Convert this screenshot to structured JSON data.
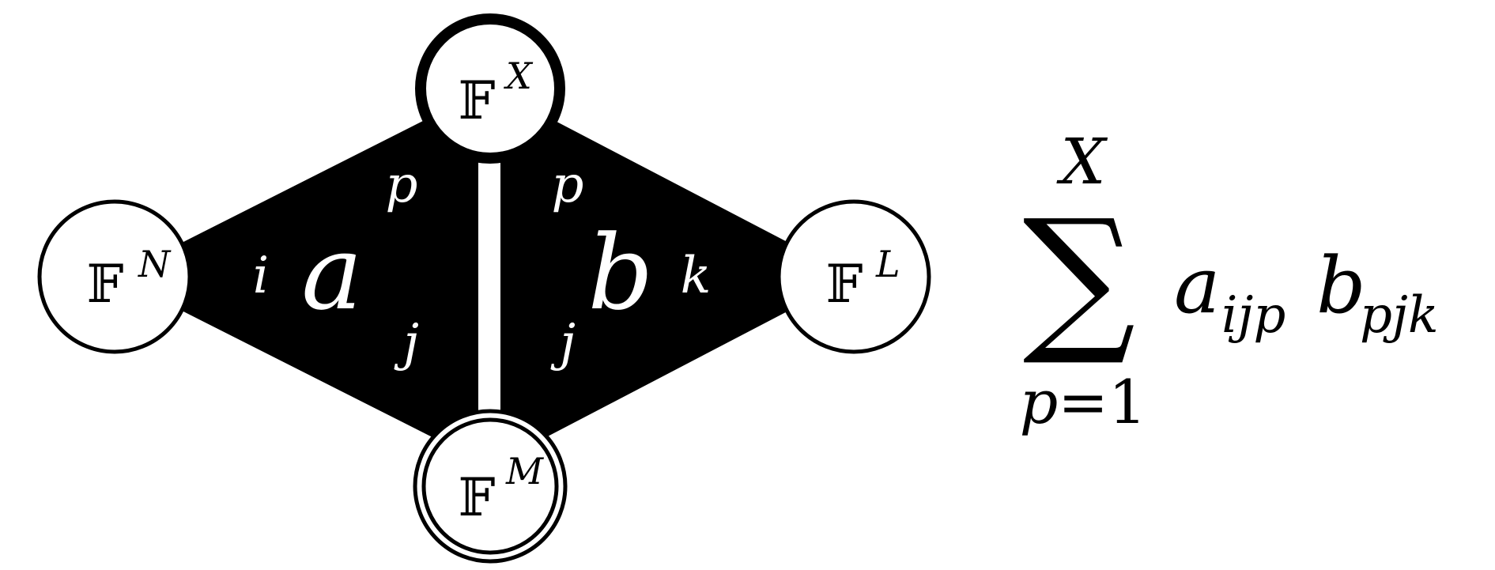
{
  "nodes": {
    "left": {
      "symbol": "𝔽",
      "sup": "N"
    },
    "top": {
      "symbol": "𝔽",
      "sup": "X"
    },
    "right": {
      "symbol": "𝔽",
      "sup": "L"
    },
    "bottom": {
      "symbol": "𝔽",
      "sup": "M"
    }
  },
  "tensor_a": {
    "name": "a",
    "indices": {
      "left": "i",
      "top": "p",
      "bottom": "j"
    }
  },
  "tensor_b": {
    "name": "b",
    "indices": {
      "right": "k",
      "top": "p",
      "bottom": "j"
    }
  },
  "formula": {
    "sum_symbol": "∑",
    "upper_limit": "X",
    "lower_var": "p",
    "lower_eq": "=",
    "lower_val": "1",
    "term1_base": "a",
    "term1_sub": "ijp",
    "term2_base": "b",
    "term2_sub": "pjk"
  },
  "colors": {
    "fill": "#000000",
    "background": "#ffffff"
  }
}
